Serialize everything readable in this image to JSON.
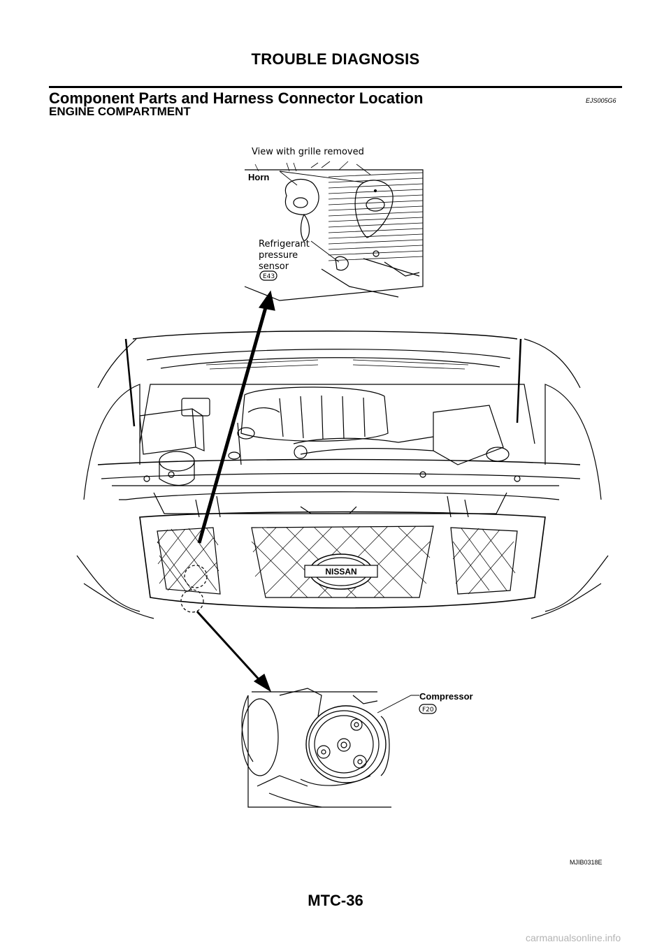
{
  "header": {
    "title": "TROUBLE DIAGNOSIS"
  },
  "section": {
    "title": "Component Parts and Harness Connector Location",
    "code": "EJS005G6"
  },
  "subsection": {
    "title": "ENGINE COMPARTMENT"
  },
  "figure": {
    "inset_top": {
      "view_note": "View with grille removed",
      "horn_label": "Horn",
      "sensor_label_lines": [
        "Refrigerant",
        "pressure",
        "sensor"
      ],
      "sensor_connector": "E43"
    },
    "main": {
      "grille_badge": "NISSAN"
    },
    "inset_bottom": {
      "compressor_label": "Compressor",
      "compressor_connector": "F20"
    },
    "figure_id": "MJIB0318E"
  },
  "footer": {
    "page_number": "MTC-36",
    "watermark": "carmanualsonline.info"
  }
}
